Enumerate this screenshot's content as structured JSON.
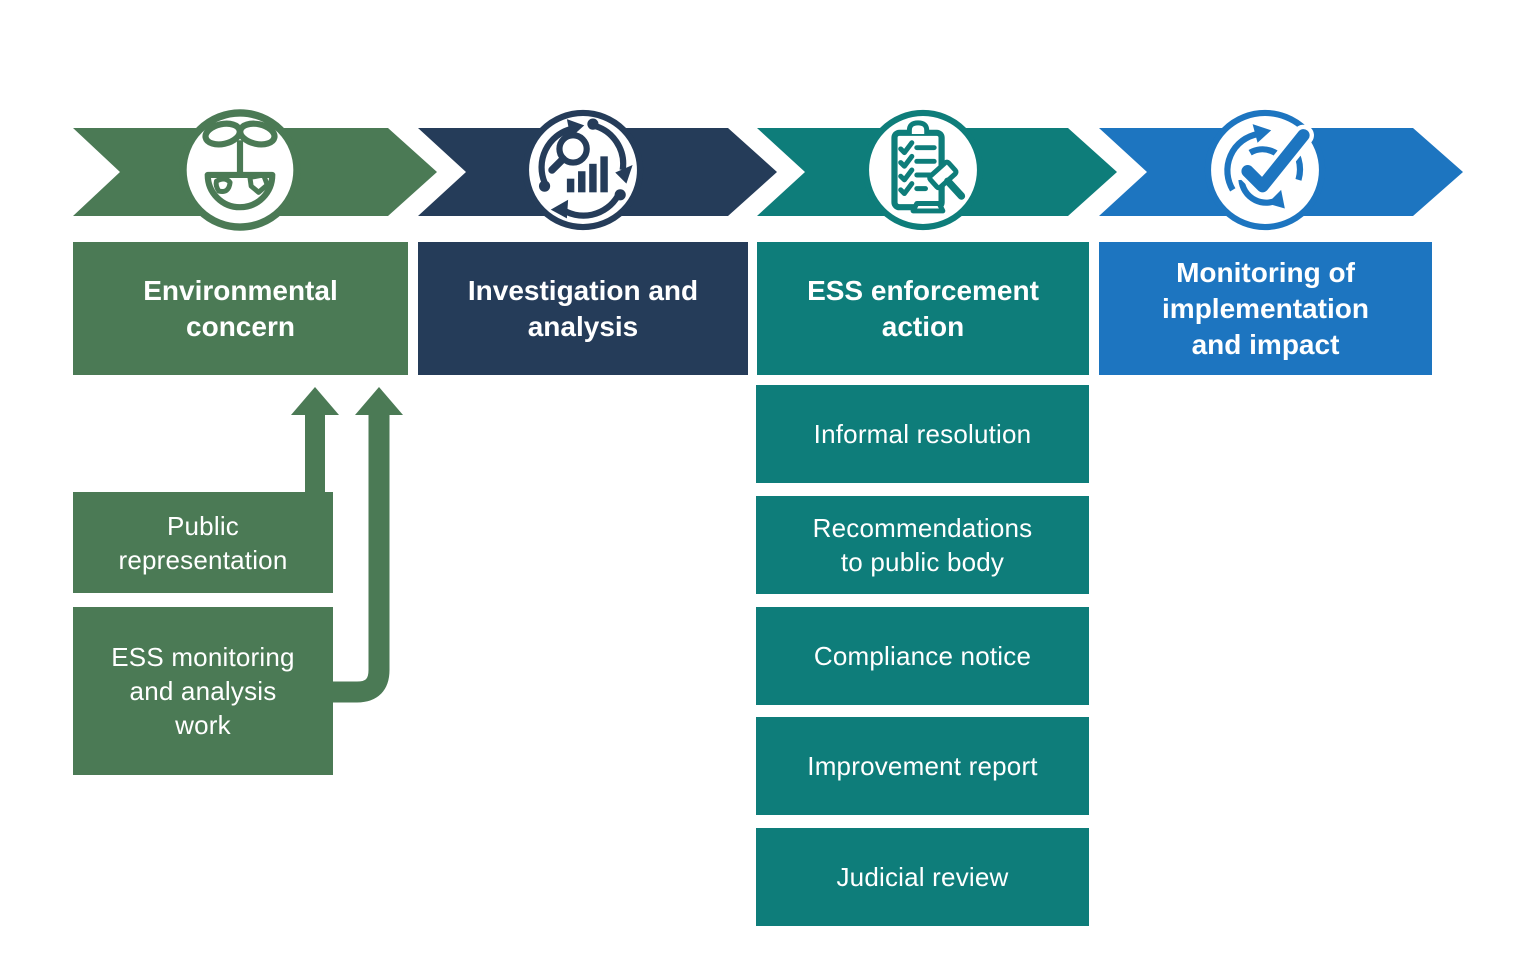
{
  "colors": {
    "green": "#4b7a55",
    "navy": "#253c59",
    "teal": "#0e7d7a",
    "blue": "#1d75c0"
  },
  "stages": [
    {
      "title": "Environmental concern",
      "icon": "environment-globe-sprout-icon"
    },
    {
      "title": "Investigation and analysis",
      "icon": "investigation-magnifier-chart-icon"
    },
    {
      "title": "ESS enforcement action",
      "icon": "enforcement-clipboard-gavel-icon"
    },
    {
      "title": "Monitoring of implementation and impact",
      "icon": "monitoring-cycle-check-icon"
    }
  ],
  "environmental_inputs": [
    {
      "label": "Public representation"
    },
    {
      "label": "ESS monitoring and analysis work"
    }
  ],
  "enforcement_options": [
    {
      "label": "Informal resolution"
    },
    {
      "label": "Recommendations to public body"
    },
    {
      "label": "Compliance notice"
    },
    {
      "label": "Improvement report"
    },
    {
      "label": "Judicial review"
    }
  ]
}
